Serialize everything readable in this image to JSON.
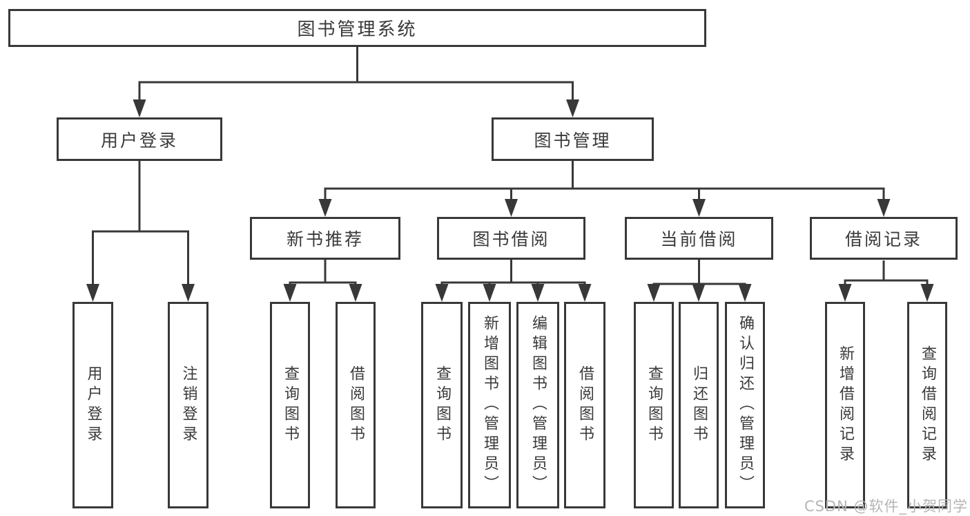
{
  "tree": {
    "label": "图书管理系统",
    "children": [
      {
        "label": "用户登录",
        "children": [
          {
            "label": "用户登录"
          },
          {
            "label": "注销登录"
          }
        ]
      },
      {
        "label": "图书管理",
        "children": [
          {
            "label": "新书推荐",
            "children": [
              {
                "label": "查询图书"
              },
              {
                "label": "借阅图书"
              }
            ]
          },
          {
            "label": "图书借阅",
            "children": [
              {
                "label": "查询图书"
              },
              {
                "label": "新增图书（管理员）"
              },
              {
                "label": "编辑图书（管理员）"
              },
              {
                "label": "借阅图书"
              }
            ]
          },
          {
            "label": "当前借阅",
            "children": [
              {
                "label": "查询图书"
              },
              {
                "label": "归还图书"
              },
              {
                "label": "确认归还（管理员）"
              }
            ]
          },
          {
            "label": "借阅记录",
            "children": [
              {
                "label": "新增借阅记录"
              },
              {
                "label": "查询借阅记录"
              }
            ]
          }
        ]
      }
    ]
  },
  "watermark": "CSDN @软件_小贺同学",
  "colors": {
    "line": "#383838",
    "text": "#3a3a3a",
    "watermark": "#b5b5b5"
  }
}
